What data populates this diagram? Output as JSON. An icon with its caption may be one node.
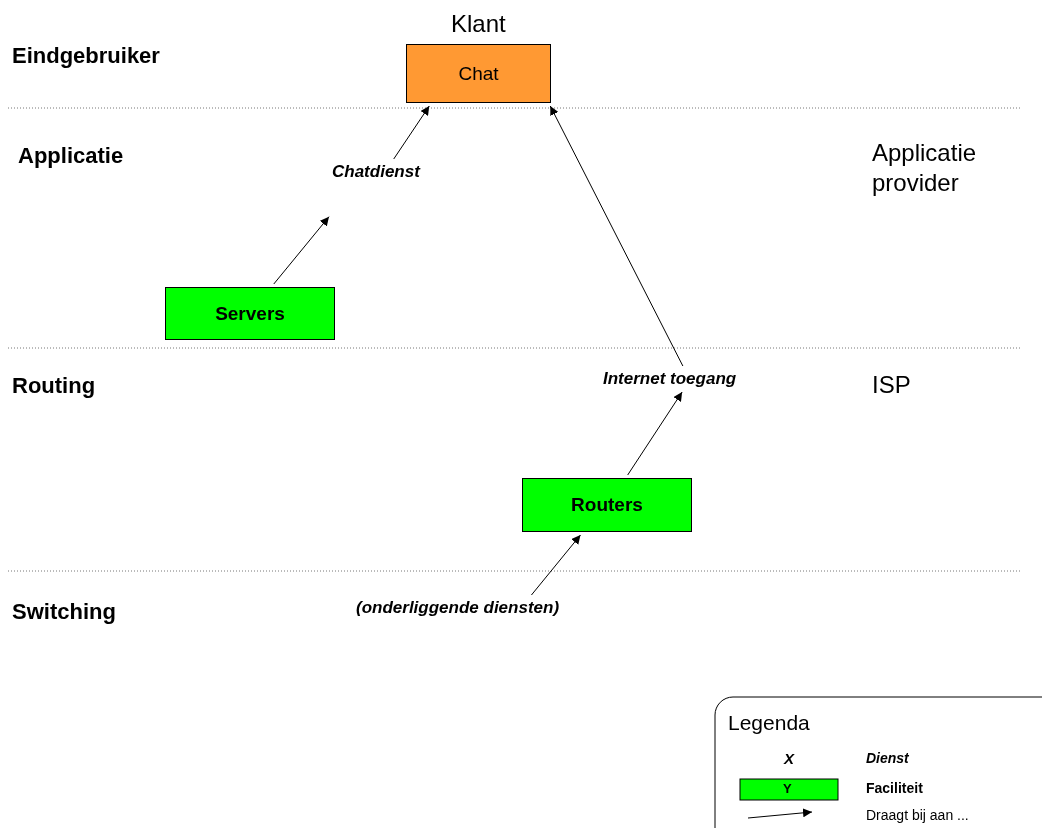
{
  "diagram": {
    "nodes": [
      {
        "text": [
          "Klant",
          "Chat"
        ]
      },
      {
        "text": [
          "Chatdienst"
        ]
      },
      {
        "text": [
          "Servers"
        ]
      },
      {
        "text": [
          "Internet toegang"
        ]
      },
      {
        "text": [
          "Routers"
        ]
      },
      {
        "text": [
          "(onderliggende diensten)"
        ]
      }
    ],
    "edges": [
      {
        "from": 2,
        "to": 1,
        "arrow": "to"
      },
      {
        "from": 1,
        "to": 0,
        "arrow": "to"
      },
      {
        "from": 4,
        "to": 3,
        "arrow": "to"
      },
      {
        "from": 3,
        "to": 0,
        "arrow": "to"
      },
      {
        "from": 5,
        "to": 4,
        "arrow": "to"
      }
    ],
    "labels": [
      "Eindgebruiker",
      "Applicatie",
      "Applicatie provider",
      "Routing",
      "ISP",
      "Switching",
      "Legenda",
      "X",
      "Y"
    ],
    "legend": [
      {
        "text": "Dienst"
      },
      {
        "text": "Faciliteit",
        "color": "#00ff00"
      },
      {
        "text": "Draagt bij aan ..."
      }
    ]
  }
}
